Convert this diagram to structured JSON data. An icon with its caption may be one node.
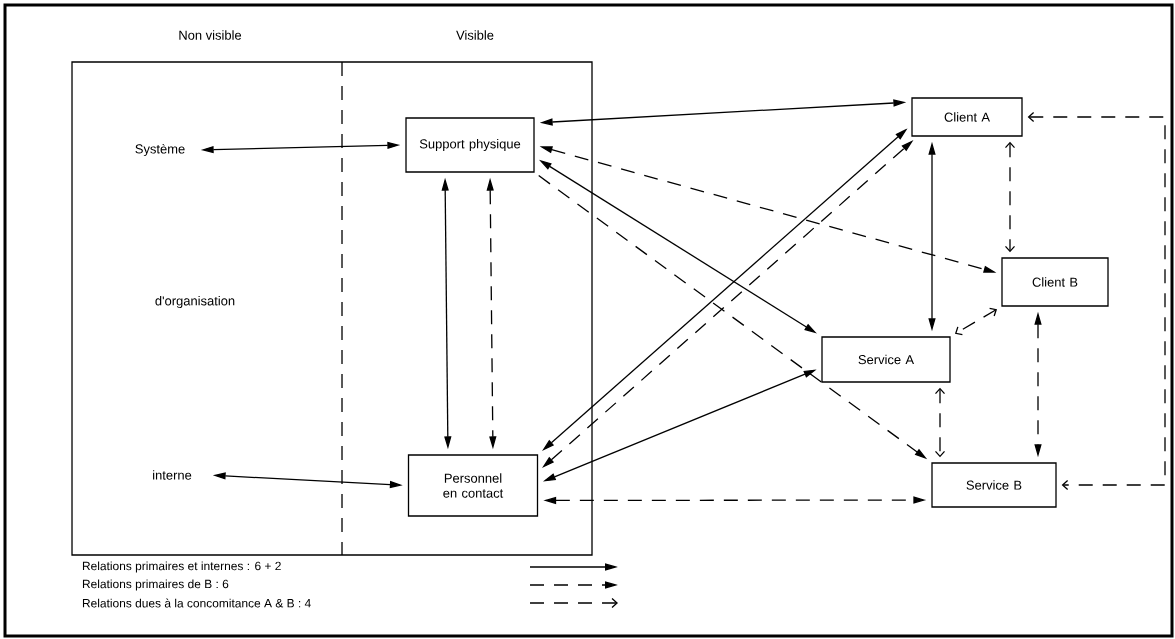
{
  "diagram": {
    "nodes": [
      {
        "text": [
          "d'organisation"
        ]
      },
      {
        "text": [
          "Système"
        ],
        "in": 0
      },
      {
        "text": [
          "interne"
        ],
        "in": 0
      },
      {
        "text": [
          "Support physique"
        ],
        "in": 0
      },
      {
        "text": [
          "Personnel en contact"
        ],
        "in": 0
      },
      {
        "text": [
          "Client A"
        ]
      },
      {
        "text": [
          "Client B"
        ]
      },
      {
        "text": [
          "Service A"
        ]
      },
      {
        "text": [
          "Service B"
        ]
      }
    ],
    "edges": [
      {
        "from": 1,
        "to": 3,
        "arrow": "both"
      },
      {
        "from": 2,
        "to": 4,
        "arrow": "both"
      },
      {
        "from": 3,
        "to": 4,
        "arrow": "both"
      },
      {
        "from": 3,
        "to": 4,
        "arrow": "both",
        "style": "dashed"
      },
      {
        "from": 3,
        "to": 5,
        "arrow": "both"
      },
      {
        "from": 3,
        "to": 6,
        "arrow": "both",
        "style": "dashed"
      },
      {
        "from": 3,
        "to": 7,
        "arrow": "both"
      },
      {
        "from": 3,
        "to": 8,
        "arrow": "to",
        "style": "dashed"
      },
      {
        "from": 4,
        "to": 5,
        "arrow": "both"
      },
      {
        "from": 4,
        "to": 5,
        "arrow": "both",
        "style": "dashed"
      },
      {
        "from": 4,
        "to": 7,
        "arrow": "both"
      },
      {
        "from": 4,
        "to": 8,
        "arrow": "both",
        "style": "dashed"
      },
      {
        "from": 5,
        "to": 7,
        "arrow": "both"
      },
      {
        "from": 5,
        "to": 6,
        "arrow": "both",
        "style": "dashed"
      },
      {
        "from": 6,
        "to": 7,
        "arrow": "both",
        "style": "dashed"
      },
      {
        "from": 6,
        "to": 8,
        "arrow": "both",
        "style": "dashed"
      },
      {
        "from": 7,
        "to": 8,
        "arrow": "both",
        "style": "dashed"
      },
      {
        "from": 5,
        "to": 8,
        "arrow": "both",
        "style": "dashed"
      }
    ],
    "labels": [
      "Non visible",
      "Visible"
    ],
    "legend": [
      {
        "text": "Relations primaires et internes : 6 + 2"
      },
      {
        "text": "Relations primaires de B : 6"
      },
      {
        "text": "Relations dues à la concomitance A & B : 4"
      }
    ]
  }
}
